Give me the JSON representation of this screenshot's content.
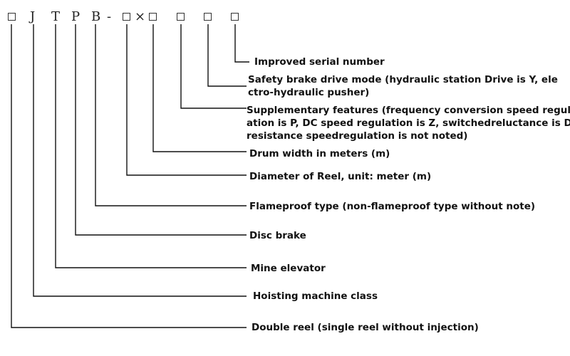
{
  "code": {
    "c1": "J",
    "c2": "T",
    "c3": "P",
    "c4": "B",
    "dash": "-",
    "times": "×"
  },
  "labels": {
    "improved_serial": "Improved serial number",
    "safety_brake_l1": "Safety brake drive mode (hydraulic station Drive is Y, ele",
    "safety_brake_l2": "ctro-hydraulic pusher)",
    "supplementary_l1": "Supplementary features (frequency conversion speed regul",
    "supplementary_l2": "ation is P, DC speed regulation is Z, switchedreluctance is D,",
    "supplementary_l3": " resistance speedregulation is not noted)",
    "drum_width": "Drum width in meters (m)",
    "diameter_reel": "Diameter of Reel, unit: meter (m)",
    "flameproof": "Flameproof type (non-flameproof type without note)",
    "disc_brake": "Disc brake",
    "mine_elevator": "Mine elevator",
    "hoisting_class": "Hoisting machine class",
    "double_reel": "Double reel (single reel without injection)"
  }
}
